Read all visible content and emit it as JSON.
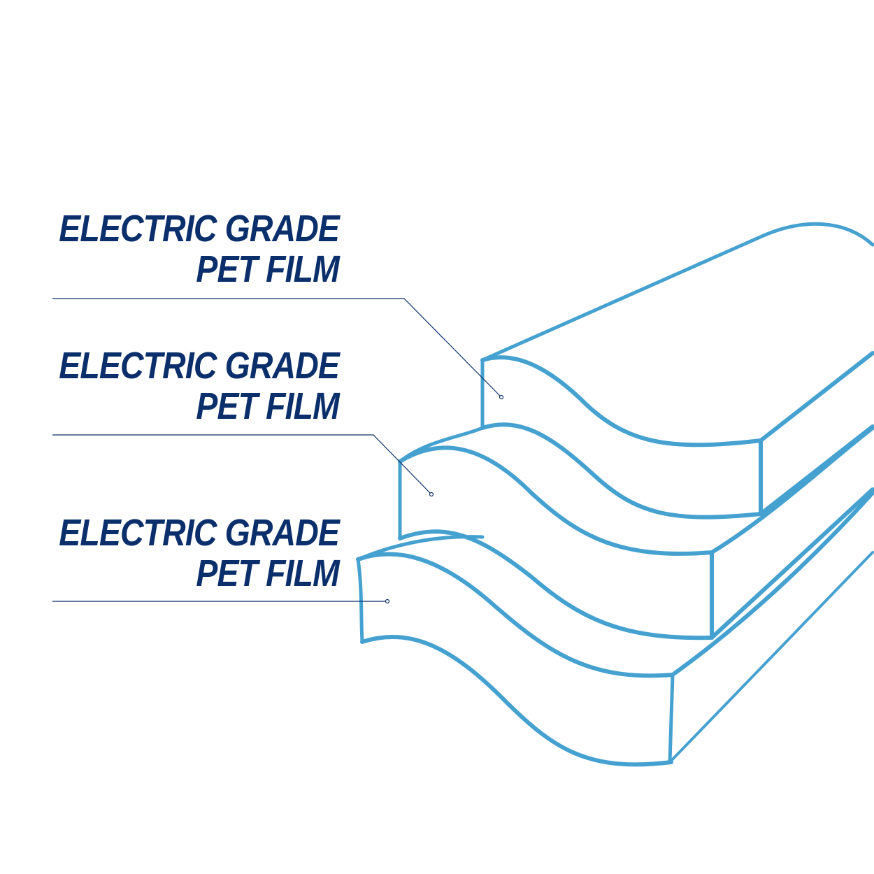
{
  "colors": {
    "label_text": "#0b2f6b",
    "leader_line": "#0b2f6b",
    "layer_stroke": "#45a1cf",
    "background": "#ffffff"
  },
  "labels": [
    {
      "line1": "ELECTRIC GRADE",
      "line2": "PET FILM"
    },
    {
      "line1": "ELECTRIC GRADE",
      "line2": "PET FILM"
    },
    {
      "line1": "ELECTRIC GRADE",
      "line2": "PET FILM"
    }
  ]
}
